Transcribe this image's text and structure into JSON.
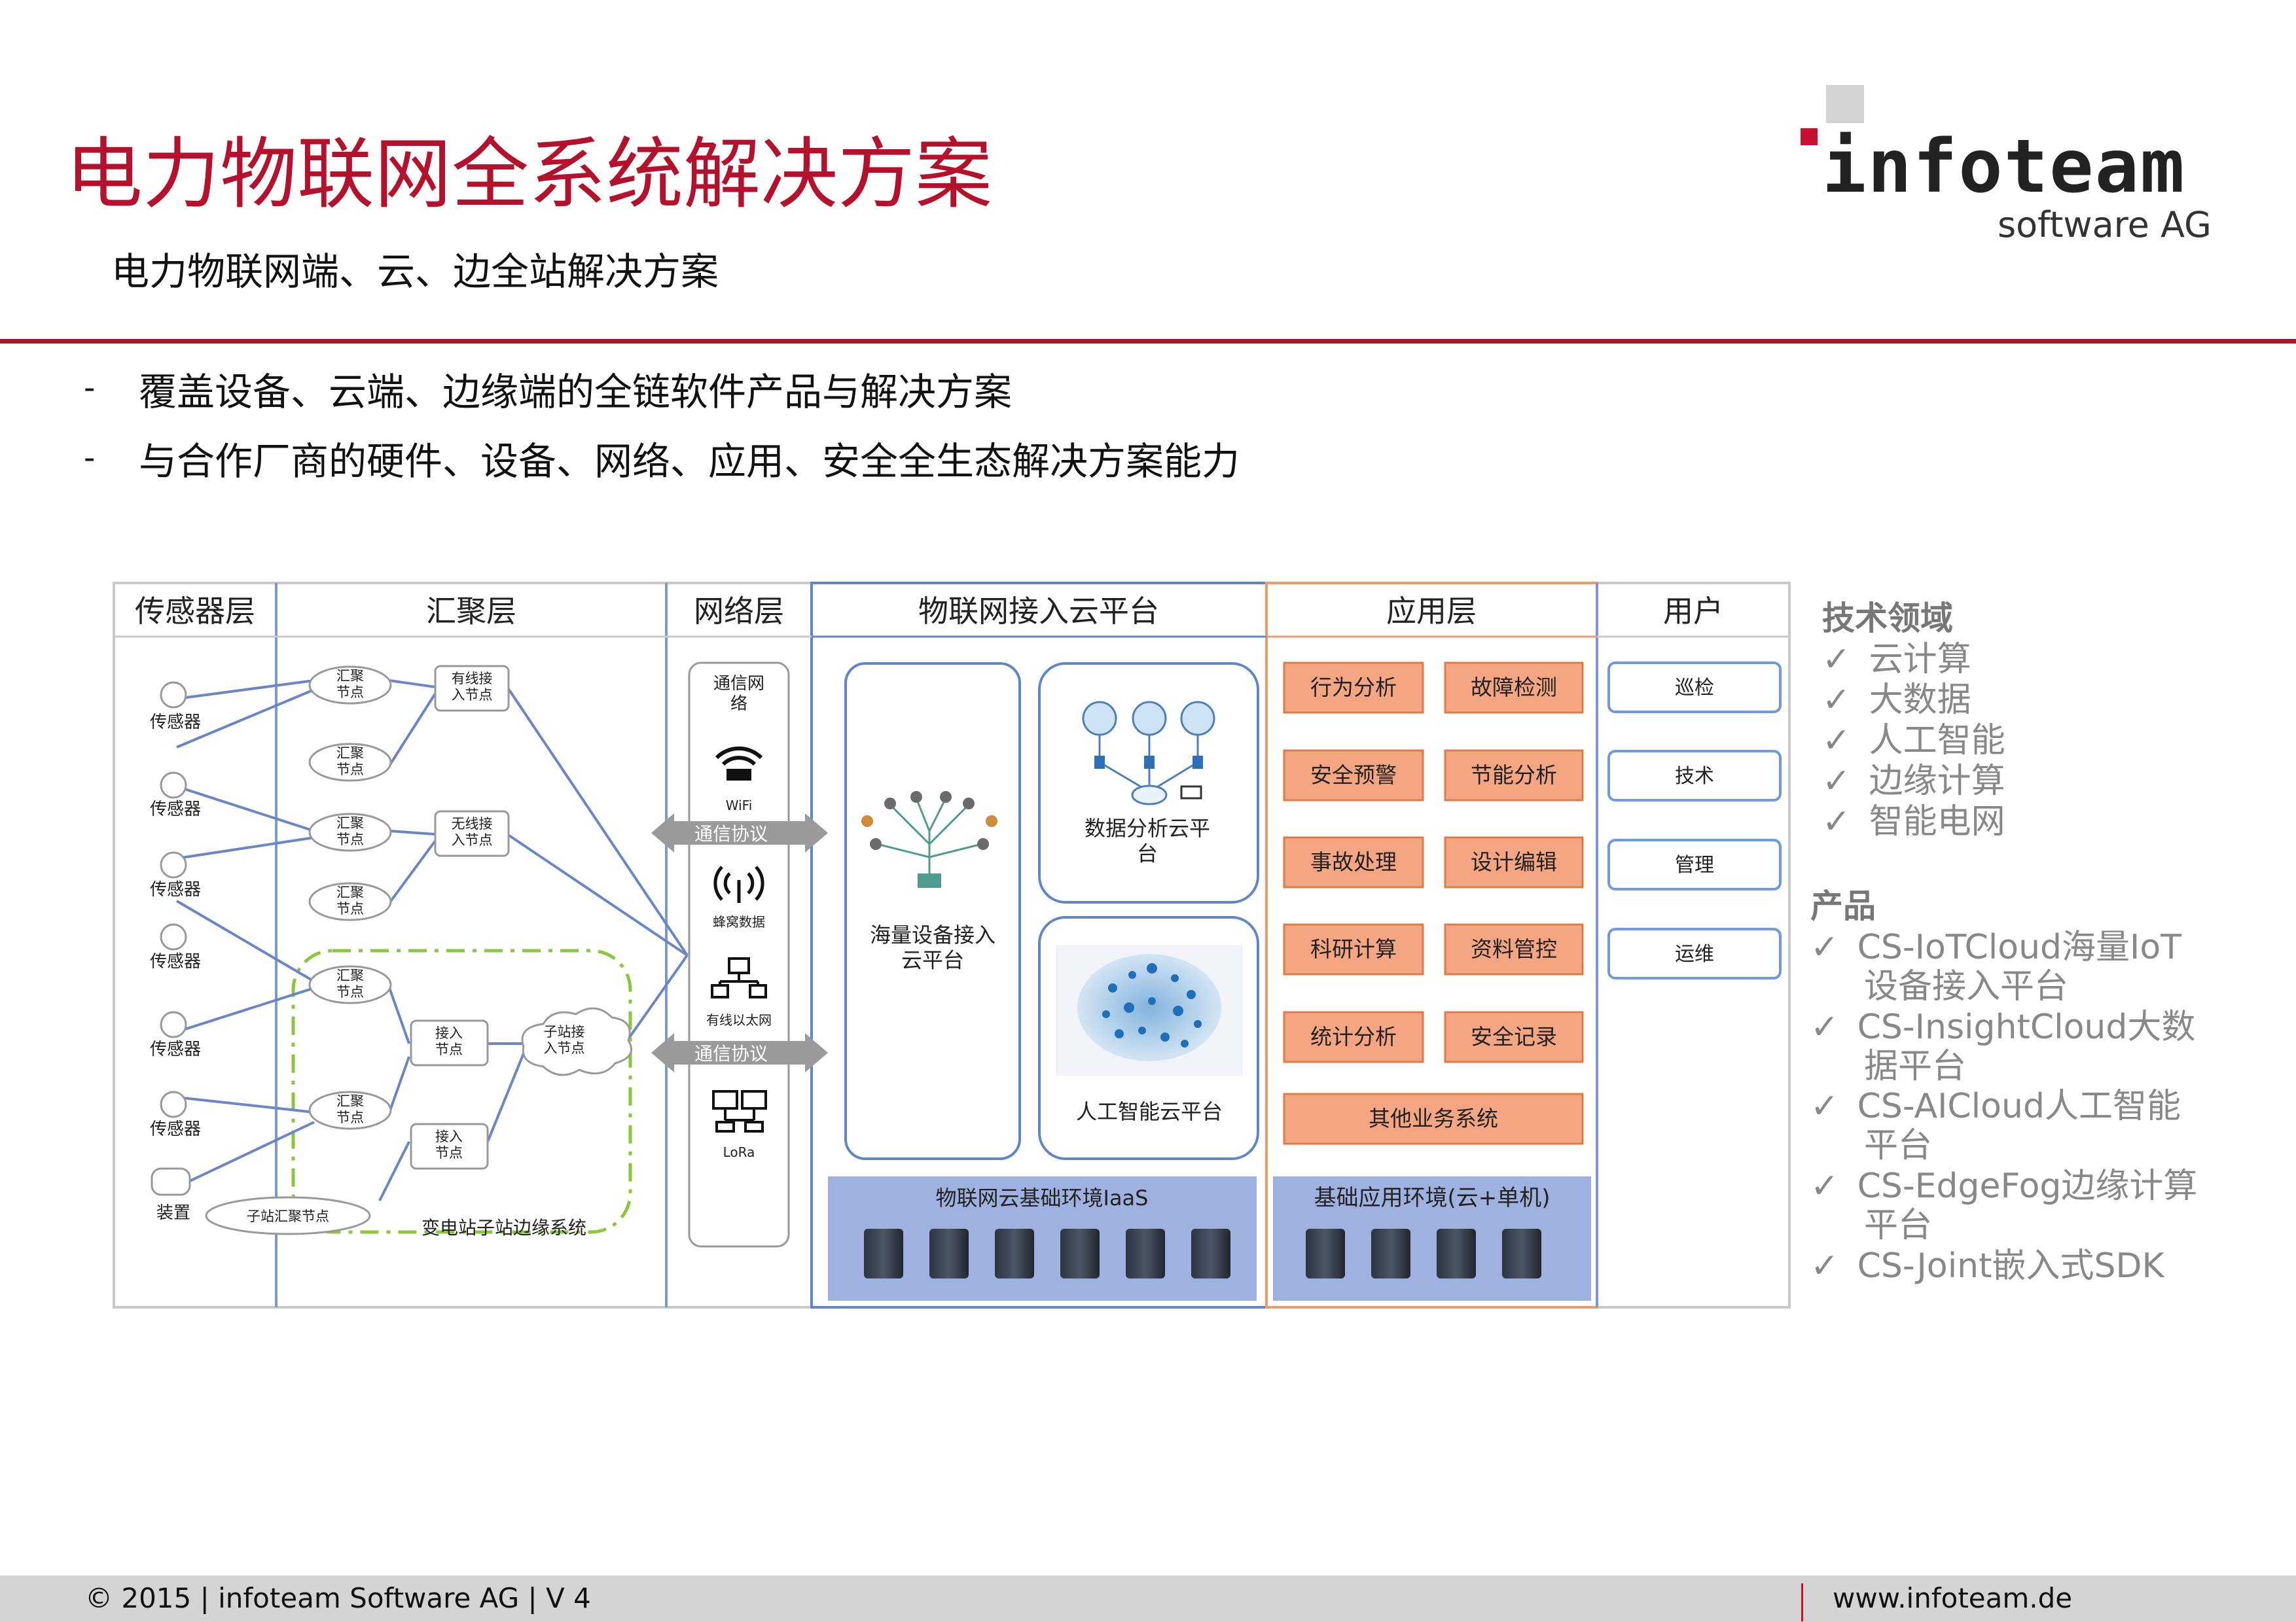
{
  "header": {
    "title": "电力物联网全系统解决方案",
    "subtitle": "电力物联网端、云、边全站解决方案",
    "logo_text": "infoteam",
    "logo_sub": "software AG"
  },
  "bullets": [
    {
      "dash": "-",
      "text": "覆盖设备、云端、边缘端的全链软件产品与解决方案"
    },
    {
      "dash": "-",
      "text": "与合作厂商的硬件、设备、网络、应用、安全全生态解决方案能力"
    }
  ],
  "diagram": {
    "columns": [
      "传感器层",
      "汇聚层",
      "网络层",
      "物联网接入云平台",
      "应用层",
      "用户"
    ],
    "sensors": [
      "传感器",
      "传感器",
      "传感器",
      "传感器",
      "传感器",
      "传感器",
      "装置"
    ],
    "agg_nodes": [
      "汇聚\n节点",
      "汇聚\n节点",
      "汇聚\n节点",
      "汇聚\n节点",
      "汇聚\n节点",
      "汇聚\n节点"
    ],
    "access_nodes": [
      "有线接\n入节点",
      "无线接\n入节点",
      "接入\n节点",
      "接入\n节点"
    ],
    "substation_access": "子站接\n入节点",
    "substation_agg": "子站汇聚节点",
    "substation_label": "变电站子站边缘系统",
    "network": {
      "title": "通信网\n络",
      "protocol": "通信协议",
      "items": [
        "WiFi",
        "蜂窝数据",
        "有线以太网",
        "LoRa"
      ]
    },
    "cloud": {
      "massive": "海量设备接入\n云平台",
      "data": "数据分析云平\n台",
      "ai": "人工智能云平台",
      "iaas": "物联网云基础环境IaaS"
    },
    "apps": [
      "行为分析",
      "故障检测",
      "安全预警",
      "节能分析",
      "事故处理",
      "设计编辑",
      "科研计算",
      "资料管控",
      "统计分析",
      "安全记录"
    ],
    "apps_other": "其他业务系统",
    "apps_base": "基础应用环境(云+单机)",
    "users": [
      "巡检",
      "技术",
      "管理",
      "运维"
    ]
  },
  "side": {
    "tech_head": "技术领域",
    "tech": [
      "云计算",
      "大数据",
      "人工智能",
      "边缘计算",
      "智能电网"
    ],
    "prod_head": "产品",
    "products": [
      [
        "CS-IoTCloud海量IoT",
        "设备接入平台"
      ],
      [
        "CS-InsightCloud大数",
        "据平台"
      ],
      [
        "CS-AICloud人工智能",
        "平台"
      ],
      [
        "CS-EdgeFog边缘计算",
        "平台"
      ],
      [
        "CS-Joint嵌入式SDK"
      ]
    ],
    "check": "✓"
  },
  "footer": {
    "left": "© 2015 | infoteam Software AG | V 4",
    "right": "www.infoteam.de"
  },
  "colors": {
    "brand_red": "#b5112d",
    "app_orange": "#f4a582",
    "iaas_blue": "#9fb1de",
    "column_border": "#8aa6d6",
    "substation_green": "#8cc63f"
  }
}
